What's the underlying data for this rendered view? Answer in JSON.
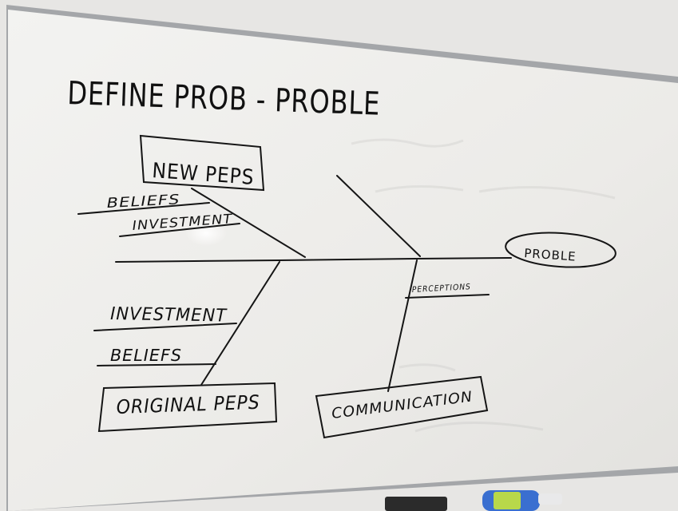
{
  "whiteboard": {
    "title": "DEFINE PROB - PROBLE",
    "head": "PROBLE",
    "categories": {
      "top_left": {
        "label": "NEW PEPS",
        "causes": [
          "BELIEFS",
          "INVESTMENT"
        ]
      },
      "bottom_left": {
        "label": "ORIGINAL PEPS",
        "causes": [
          "INVESTMENT",
          "BELIEFS"
        ]
      },
      "bottom_right": {
        "label": "COMMUNICATION",
        "causes": [
          "PERCEPTIONS"
        ]
      }
    }
  },
  "colors": {
    "board": "#efefec",
    "wall": "#e6e6e4",
    "frame": "#9a9c9f",
    "marker": "#111111"
  }
}
